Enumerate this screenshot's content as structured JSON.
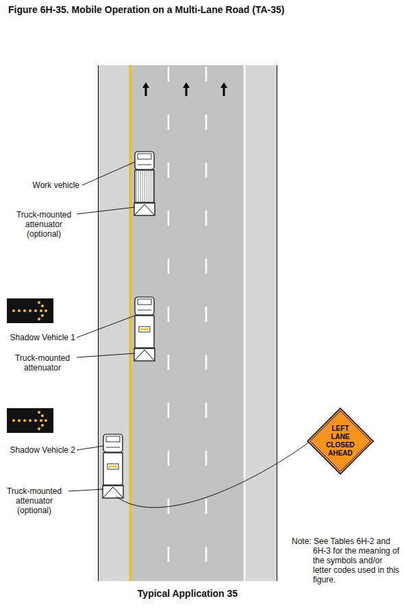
{
  "diagram": {
    "title": "Figure 6H-35.  Mobile Operation on a Multi-Lane Road (TA-35)",
    "caption": "Typical Application 35",
    "nodes": [
      {
        "text": [
          "LEFT LANE CLOSED AHEAD"
        ]
      }
    ],
    "labels": [
      "Work vehicle",
      "Truck-mounted attenuator (optional)",
      "Shadow Vehicle 1",
      "Truck-mounted attenuator",
      "Shadow Vehicle 2",
      "Truck-mounted attenuator (optional)",
      "Note: See Tables 6H-2 and 6H-3 for the meaning of the symbols and/or letter codes used in this figure."
    ]
  }
}
